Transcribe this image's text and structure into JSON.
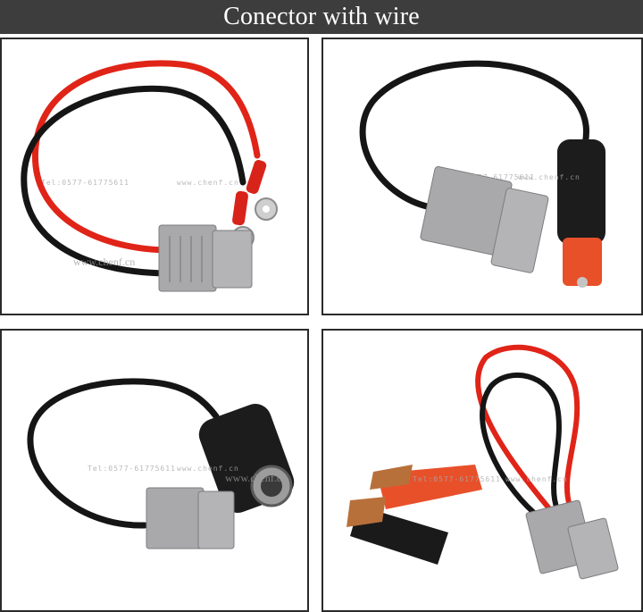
{
  "header": {
    "title": "Conector with wire"
  },
  "watermarks": {
    "site": "www.chenf.cn",
    "phone": "Tel:0577-61775611",
    "site_small": "www.chenf.cn"
  },
  "panels": [
    {
      "name": "ring-terminal-cable",
      "icon": "ring-terminal-connector-image"
    },
    {
      "name": "cigarette-plug-cable",
      "icon": "cigarette-plug-connector-image"
    },
    {
      "name": "cigarette-socket-cable",
      "icon": "cigarette-socket-connector-image"
    },
    {
      "name": "battery-clamp-cable",
      "icon": "battery-clamp-connector-image"
    }
  ],
  "colors": {
    "banner": "#3d3d3d",
    "red_wire": "#e02418",
    "black_wire": "#151515",
    "connector_grey": "#a9a9ab",
    "clamp_orange": "#e8502a"
  }
}
